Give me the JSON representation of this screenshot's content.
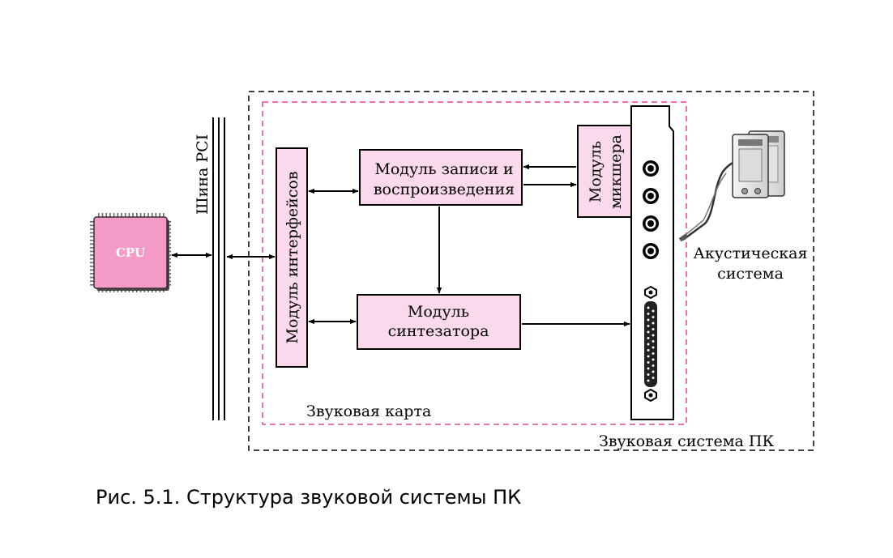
{
  "diagram": {
    "cpu_label": "CPU",
    "bus_label": "Шина PCI",
    "interface_module": "Модуль интерфейсов",
    "record_module_line1": "Модуль записи и",
    "record_module_line2": "воспроизведения",
    "mixer_module_line1": "Модуль",
    "mixer_module_line2": "микшера",
    "synth_module_line1": "Модуль",
    "synth_module_line2": "синтезатора",
    "sound_card_label": "Звуковая карта",
    "sound_system_label": "Звуковая система ПК",
    "speakers_line1": "Акустическая",
    "speakers_line2": "система"
  },
  "caption": "Рис. 5.1. Структура звуковой системы ПК",
  "colors": {
    "module_fill": "#fbd9ec",
    "cpu_fill": "#f49bc8",
    "sound_card_border": "#e8478f",
    "outline": "#000000"
  }
}
